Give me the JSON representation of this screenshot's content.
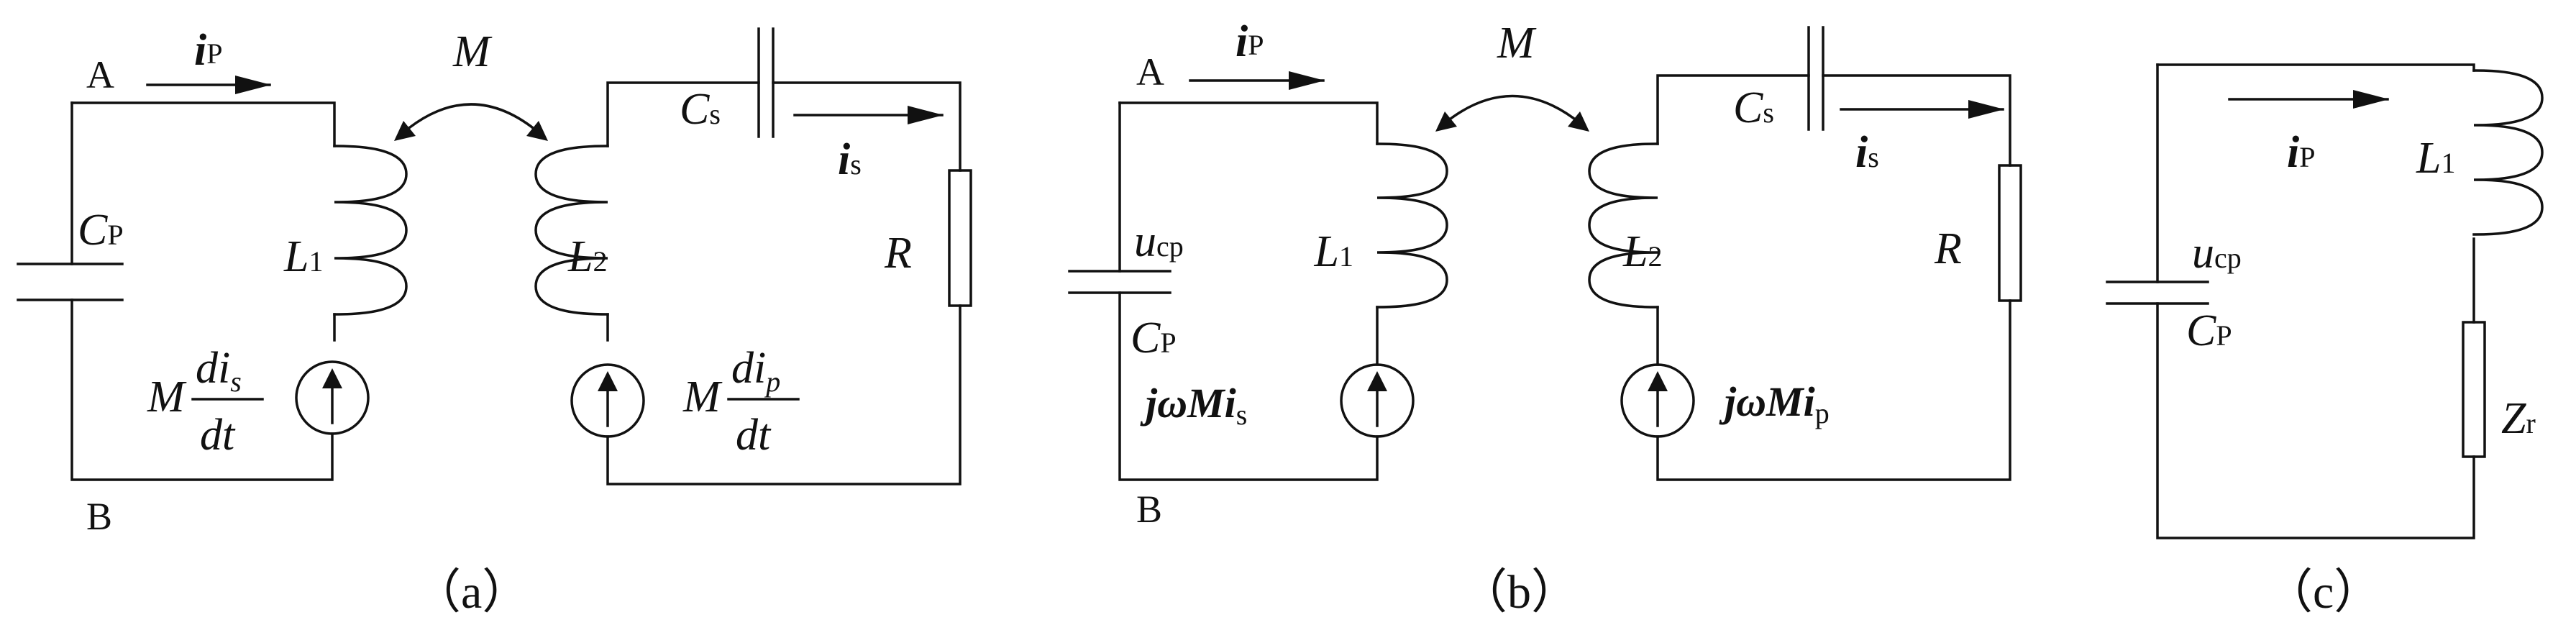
{
  "panels": {
    "a": {
      "caption": "（a）",
      "node_top": "A",
      "node_bottom": "B",
      "current_primary": "i",
      "current_primary_sub": "P",
      "mutual": "M",
      "cap_primary": "C",
      "cap_primary_sub": "P",
      "coil_primary": "L",
      "coil_primary_sub": "1",
      "coil_secondary": "L",
      "coil_secondary_sub": "2",
      "cap_secondary": "C",
      "cap_secondary_sub": "s",
      "current_secondary": "i",
      "current_secondary_sub": "s",
      "resistor": "R",
      "src_primary_coef": "M",
      "src_primary_num": "di",
      "src_primary_num_sub": "s",
      "src_primary_den": "dt",
      "src_secondary_coef": "M",
      "src_secondary_num": "di",
      "src_secondary_num_sub": "p",
      "src_secondary_den": "dt"
    },
    "b": {
      "caption": "（b）",
      "node_top": "A",
      "node_bottom": "B",
      "current_primary": "i",
      "current_primary_sub": "P",
      "mutual": "M",
      "voltage_cap": "u",
      "voltage_cap_sub": "cp",
      "cap_primary": "C",
      "cap_primary_sub": "P",
      "coil_primary": "L",
      "coil_primary_sub": "1",
      "coil_secondary": "L",
      "coil_secondary_sub": "2",
      "cap_secondary": "C",
      "cap_secondary_sub": "s",
      "current_secondary": "i",
      "current_secondary_sub": "s",
      "resistor": "R",
      "src_primary": "jωMi",
      "src_primary_sub": "s",
      "src_secondary": "jωMi",
      "src_secondary_sub": "p"
    },
    "c": {
      "caption": "（c）",
      "current_primary": "i",
      "current_primary_sub": "P",
      "coil_primary": "L",
      "coil_primary_sub": "1",
      "voltage_cap": "u",
      "voltage_cap_sub": "cp",
      "cap_primary": "C",
      "cap_primary_sub": "P",
      "reflected": "Z",
      "reflected_sub": "r"
    }
  }
}
